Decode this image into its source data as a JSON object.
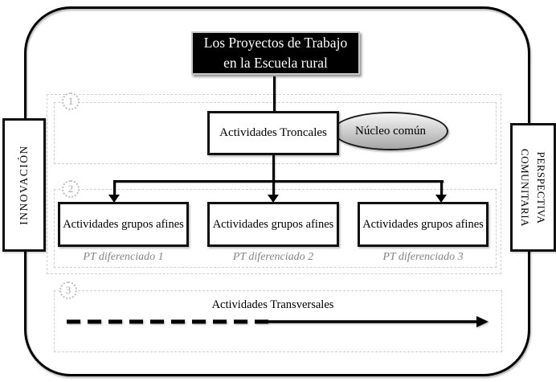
{
  "title": {
    "line1": "Los Proyectos de Trabajo",
    "line2": "en la Escuela rural"
  },
  "left_label": {
    "text": "INNOVACIÓN"
  },
  "right_label": {
    "line1": "PERSPECTIVA",
    "line2": "COMUNITARIA"
  },
  "section1": {
    "number": "1",
    "main_box_label": "Actividades Troncales",
    "ellipse_label": "Núcleo común"
  },
  "section2": {
    "number": "2",
    "group_boxes": [
      "Actividades grupos afines",
      "Actividades grupos afines",
      "Actividades grupos afines"
    ],
    "captions": [
      "PT diferenciado 1",
      "PT diferenciado 2",
      "PT diferenciado 3"
    ]
  },
  "section3": {
    "number": "3",
    "label": "Actividades Transversales"
  },
  "colors": {
    "frame_border": "#000000",
    "title_bg": "#000000",
    "title_text": "#ffffff",
    "box_border": "#111111",
    "box_bg": "#ffffff",
    "dashed_border": "#d0d0d0",
    "badge": "#a8a8a8",
    "caption": "#858585",
    "ellipse_top": "#f6f6f6",
    "ellipse_bottom": "#a6a6a6",
    "connector": "#000000"
  }
}
